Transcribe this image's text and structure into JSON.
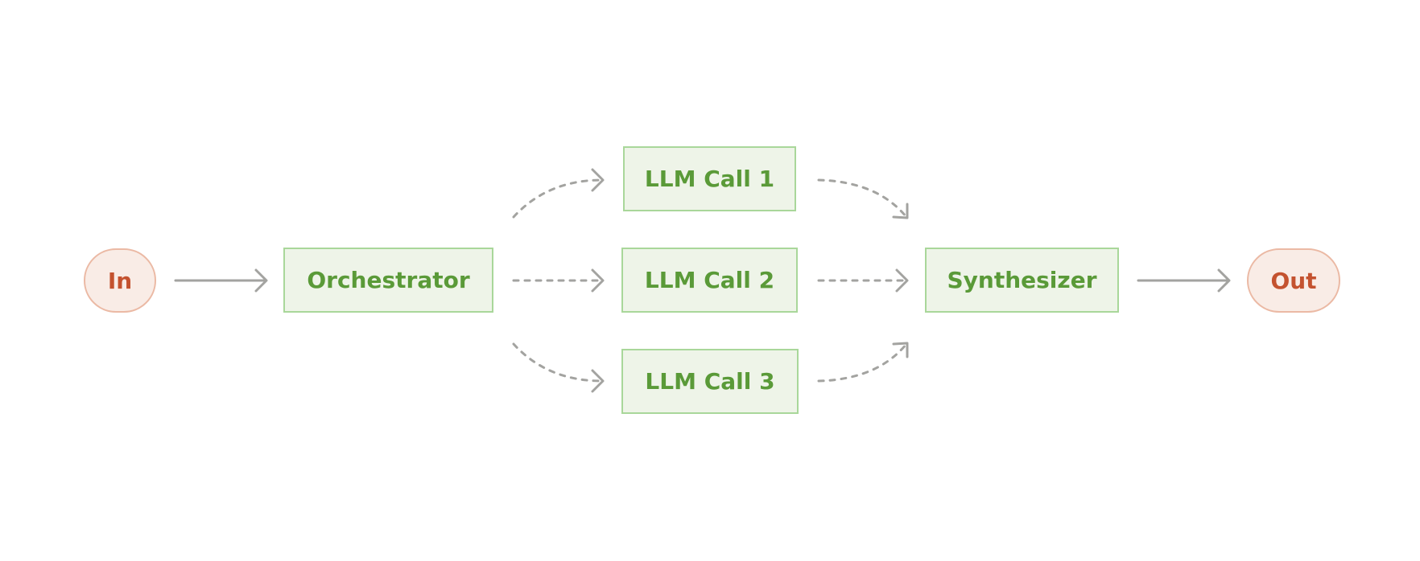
{
  "diagram": {
    "nodes": {
      "input": {
        "label": "In",
        "kind": "io"
      },
      "orchestrator": {
        "label": "Orchestrator",
        "kind": "step"
      },
      "llm_call_1": {
        "label": "LLM Call 1",
        "kind": "step"
      },
      "llm_call_2": {
        "label": "LLM Call 2",
        "kind": "step"
      },
      "llm_call_3": {
        "label": "LLM Call 3",
        "kind": "step"
      },
      "synthesizer": {
        "label": "Synthesizer",
        "kind": "step"
      },
      "output": {
        "label": "Out",
        "kind": "io"
      }
    },
    "edges": [
      {
        "from": "input",
        "to": "orchestrator",
        "style": "solid"
      },
      {
        "from": "orchestrator",
        "to": "llm_call_1",
        "style": "dashed"
      },
      {
        "from": "orchestrator",
        "to": "llm_call_2",
        "style": "dashed"
      },
      {
        "from": "orchestrator",
        "to": "llm_call_3",
        "style": "dashed"
      },
      {
        "from": "llm_call_1",
        "to": "synthesizer",
        "style": "dashed"
      },
      {
        "from": "llm_call_2",
        "to": "synthesizer",
        "style": "dashed"
      },
      {
        "from": "llm_call_3",
        "to": "synthesizer",
        "style": "dashed"
      },
      {
        "from": "synthesizer",
        "to": "output",
        "style": "solid"
      }
    ],
    "colors": {
      "io_fill": "#f9ece6",
      "io_border": "#ebb9a4",
      "io_text": "#c4522f",
      "step_fill": "#eef4e8",
      "step_border": "#a9d79a",
      "step_text": "#5a9a38",
      "connector": "#a3a3a0",
      "background": "#ffffff"
    }
  }
}
